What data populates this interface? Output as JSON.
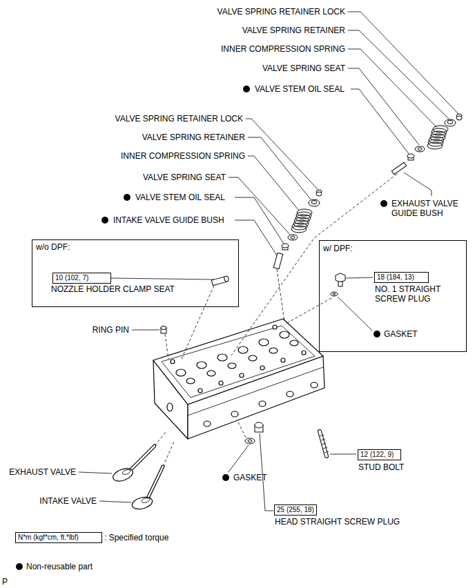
{
  "diagram": {
    "nodes": [
      {
        "text": [
          "w/o DPF:",
          "NOZZLE HOLDER CLAMP SEAT"
        ]
      },
      {
        "text": [
          "10 (102, 7)"
        ],
        "in": 0
      },
      {
        "text": [
          "w/ DPF:",
          "NO. 1 STRAIGHT SCREW PLUG",
          "GASKET"
        ]
      },
      {
        "text": [
          "18 (184, 13)"
        ],
        "in": 2
      },
      {
        "text": [
          "12 (122, 9)"
        ]
      },
      {
        "text": [
          "25 (255, 18)"
        ]
      },
      {
        "text": [
          "N*m (kgf*cm, ft.*lbf)"
        ]
      }
    ],
    "labels": [
      "VALVE SPRING RETAINER LOCK",
      "VALVE SPRING RETAINER",
      "INNER COMPRESSION SPRING",
      "VALVE SPRING SEAT",
      "VALVE STEM OIL SEAL",
      "VALVE SPRING RETAINER LOCK",
      "VALVE SPRING RETAINER",
      "INNER COMPRESSION SPRING",
      "VALVE SPRING SEAT",
      "VALVE STEM OIL SEAL",
      "INTAKE VALVE GUIDE BUSH",
      "EXHAUST VALVE GUIDE BUSH",
      "RING PIN",
      "STUD BOLT",
      "EXHAUST VALVE",
      "INTAKE VALVE",
      "GASKET",
      "HEAD STRAIGHT SCREW PLUG",
      "P"
    ],
    "legend": [
      {
        "text": ": Specified torque"
      },
      {
        "text": "Non-reusable part"
      }
    ]
  }
}
